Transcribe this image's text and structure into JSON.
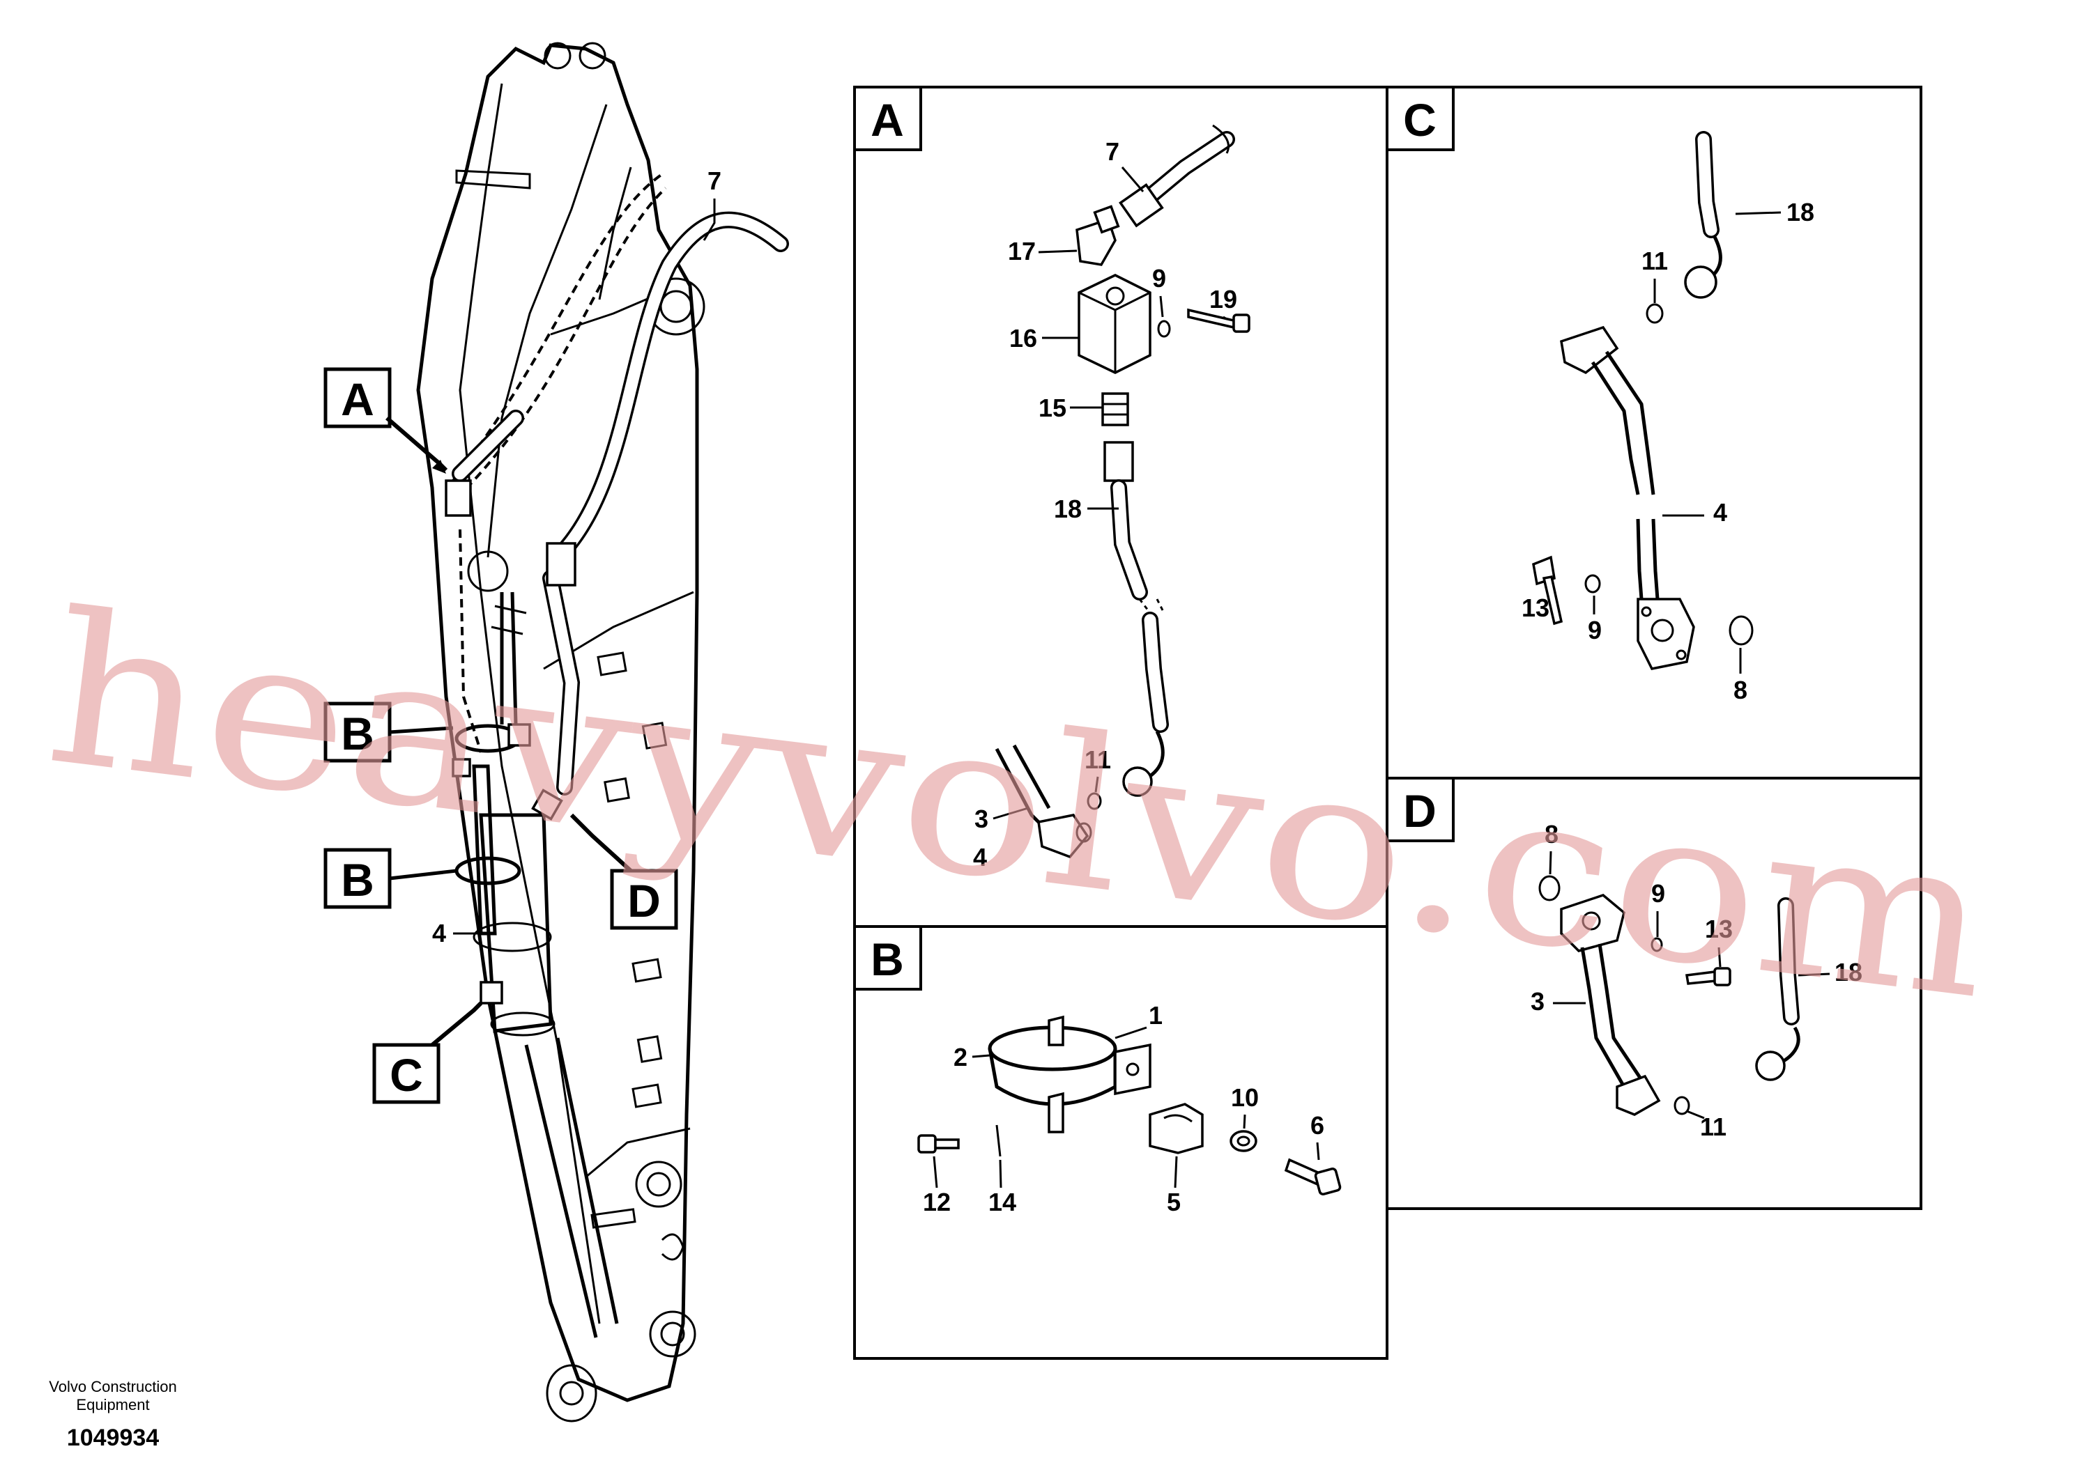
{
  "views": {
    "A": {
      "label": "A"
    },
    "B": {
      "label": "B"
    },
    "C": {
      "label": "C"
    },
    "D": {
      "label": "D"
    }
  },
  "main_labels": [
    "A",
    "B",
    "B",
    "C",
    "D"
  ],
  "main_callouts": {
    "c7": "7",
    "c4": "4"
  },
  "view_a": {
    "c7": "7",
    "c17": "17",
    "c9": "9",
    "c19": "19",
    "c16": "16",
    "c15": "15",
    "c18": "18",
    "c11": "11",
    "c3": "3",
    "c4": "4"
  },
  "view_b": {
    "c1": "1",
    "c2": "2",
    "c10": "10",
    "c6": "6",
    "c12": "12",
    "c14": "14",
    "c5": "5"
  },
  "view_c": {
    "c18": "18",
    "c11": "11",
    "c4": "4",
    "c13": "13",
    "c9": "9",
    "c8": "8"
  },
  "view_d": {
    "c8": "8",
    "c9": "9",
    "c13": "13",
    "c18": "18",
    "c3": "3",
    "c11": "11"
  },
  "footer": {
    "brand_line1": "Volvo Construction",
    "brand_line2": "Equipment",
    "drawing_number": "1049934"
  },
  "watermark": "heavyvolvo.com"
}
